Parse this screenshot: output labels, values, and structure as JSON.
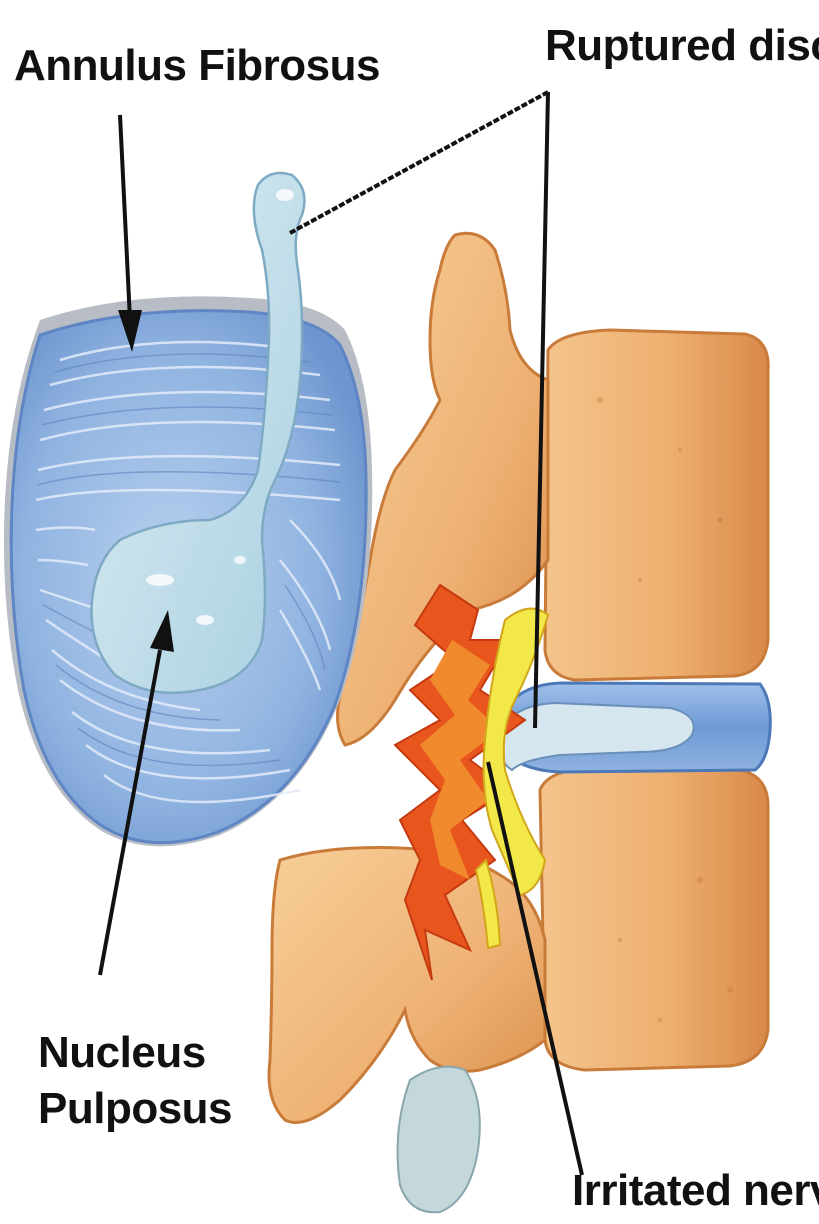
{
  "labels": {
    "annulus_fibrosus": "Annulus Fibrosus",
    "ruptured_disc": "Ruptured disc",
    "nucleus_line1": "Nucleus",
    "nucleus_line2": "Pulposus",
    "irritated_nerve": "Irritated nerve"
  },
  "colors": {
    "disc_blue": "#8fb3e0",
    "disc_ring": "#5f86c4",
    "nucleus": "#c6e2ec",
    "bone": "#f0b97a",
    "bone_shadow": "#d88a44",
    "nerve_yellow": "#f3e84a",
    "irritation": "#e8561e",
    "text": "#111111"
  }
}
